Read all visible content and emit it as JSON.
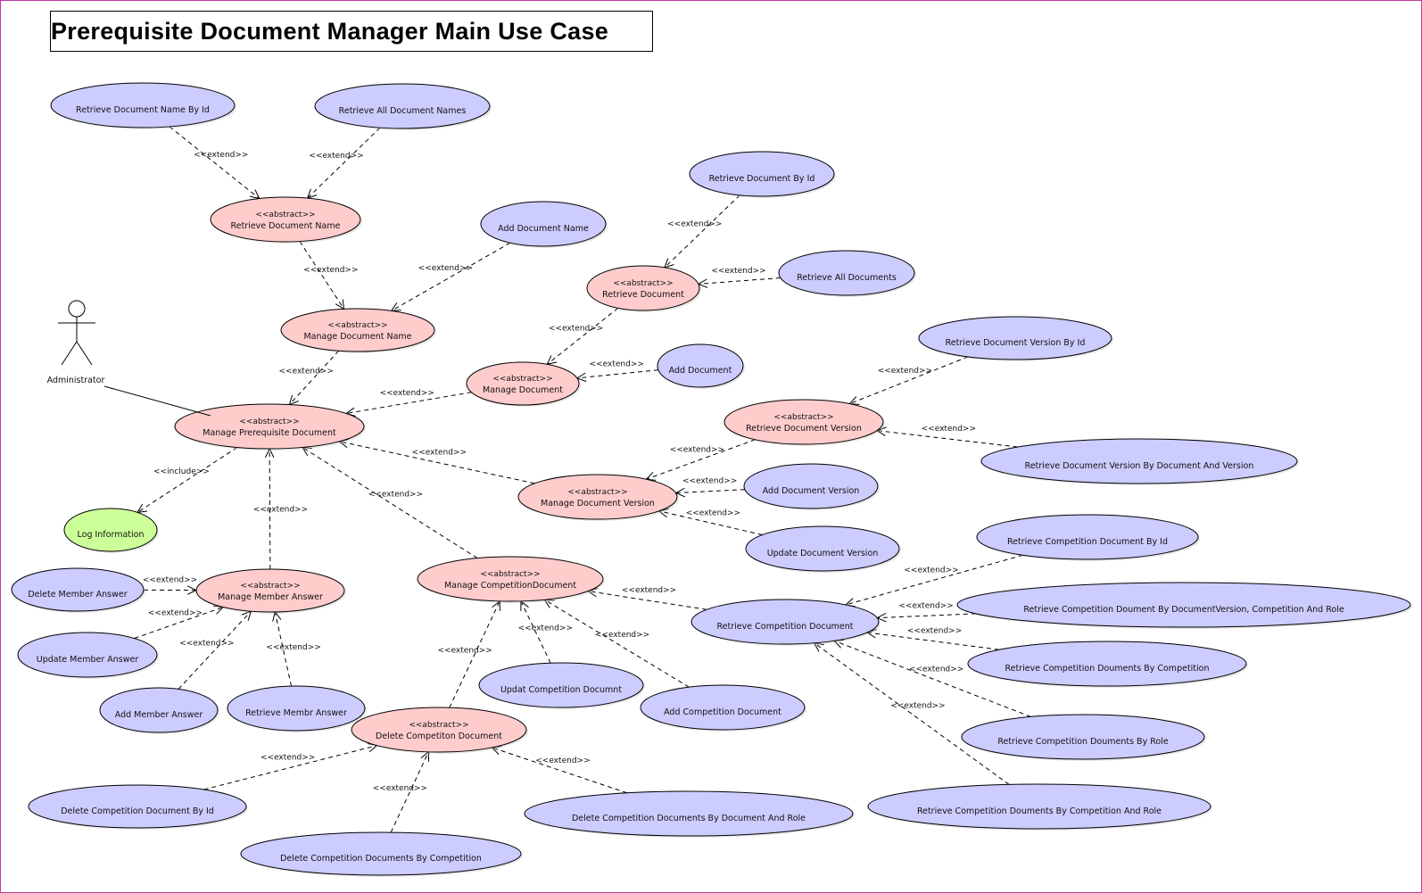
{
  "title": "Prerequisite Document Manager Main Use Case",
  "colors": {
    "concrete": "#ccccff",
    "abstract": "#ffcccc",
    "include": "#ccff99",
    "stroke": "#000000",
    "frame": "#c0389e"
  },
  "actor": {
    "id": "administrator",
    "label": "Administrator"
  },
  "stereotypes": {
    "abstract": "<<abstract>>",
    "extend": "<<extend>>",
    "include": "<<include>>"
  },
  "use_cases": [
    {
      "id": "retrieve-document-name-by-id",
      "label": "Retrieve Document Name By Id",
      "kind": "concrete"
    },
    {
      "id": "retrieve-all-document-names",
      "label": "Retrieve All Document Names",
      "kind": "concrete"
    },
    {
      "id": "retrieve-document-name",
      "label": "Retrieve Document Name",
      "kind": "abstract"
    },
    {
      "id": "add-document-name",
      "label": "Add Document Name",
      "kind": "concrete"
    },
    {
      "id": "manage-document-name",
      "label": "Manage Document Name",
      "kind": "abstract"
    },
    {
      "id": "retrieve-document-by-id",
      "label": "Retrieve Document By Id",
      "kind": "concrete"
    },
    {
      "id": "retrieve-document",
      "label": "Retrieve Document",
      "kind": "abstract"
    },
    {
      "id": "retrieve-all-documents",
      "label": "Retrieve All Documents",
      "kind": "concrete"
    },
    {
      "id": "manage-document",
      "label": "Manage Document",
      "kind": "abstract"
    },
    {
      "id": "add-document",
      "label": "Add Document",
      "kind": "concrete"
    },
    {
      "id": "retrieve-document-version-by-id",
      "label": "Retrieve Document Version By Id",
      "kind": "concrete"
    },
    {
      "id": "retrieve-document-version",
      "label": "Retrieve Document Version",
      "kind": "abstract"
    },
    {
      "id": "retrieve-document-version-by-document-and-version",
      "label": "Retrieve Document Version By Document And Version",
      "kind": "concrete"
    },
    {
      "id": "manage-prerequisite-document",
      "label": "Manage Prerequisite Document",
      "kind": "abstract"
    },
    {
      "id": "manage-document-version",
      "label": "Manage Document Version",
      "kind": "abstract"
    },
    {
      "id": "add-document-version",
      "label": "Add Document Version",
      "kind": "concrete"
    },
    {
      "id": "update-document-version",
      "label": "Update Document Version",
      "kind": "concrete"
    },
    {
      "id": "log-information",
      "label": "Log Information",
      "kind": "include"
    },
    {
      "id": "manage-member-answer",
      "label": "Manage Member Answer",
      "kind": "abstract"
    },
    {
      "id": "delete-member-answer",
      "label": "Delete Member Answer",
      "kind": "concrete"
    },
    {
      "id": "update-member-answer",
      "label": "Update Member Answer",
      "kind": "concrete"
    },
    {
      "id": "add-member-answer",
      "label": "Add Member Answer",
      "kind": "concrete"
    },
    {
      "id": "retrieve-membr-answer",
      "label": "Retrieve Membr Answer",
      "kind": "concrete"
    },
    {
      "id": "manage-competition-document",
      "label": "Manage CompetitionDocument",
      "kind": "abstract"
    },
    {
      "id": "updat-competition-documnt",
      "label": "Updat Competition Documnt",
      "kind": "concrete"
    },
    {
      "id": "add-competition-document",
      "label": "Add Competition Document",
      "kind": "concrete"
    },
    {
      "id": "retrieve-competition-document-by-id",
      "label": "Retrieve Competition Document By Id",
      "kind": "concrete"
    },
    {
      "id": "retrieve-competition-document",
      "label": "Retrieve Competition Document",
      "kind": "concrete"
    },
    {
      "id": "retrieve-competition-doument-by-documentversion-competition-and-role",
      "label": "Retrieve Competition Doument By DocumentVersion, Competition And Role",
      "kind": "concrete"
    },
    {
      "id": "retrieve-competition-douments-by-competition",
      "label": "Retrieve Competition Douments By Competition",
      "kind": "concrete"
    },
    {
      "id": "retrieve-competition-douments-by-role",
      "label": "Retrieve Competition Douments By Role",
      "kind": "concrete"
    },
    {
      "id": "retrieve-competition-douments-by-competition-and-role",
      "label": "Retrieve Competition Douments By Competition And Role",
      "kind": "concrete"
    },
    {
      "id": "delete-competiton-document",
      "label": "Delete Competiton Document",
      "kind": "abstract"
    },
    {
      "id": "delete-competition-document-by-id",
      "label": "Delete Competition Document By Id",
      "kind": "concrete"
    },
    {
      "id": "delete-competition-documents-by-competition",
      "label": "Delete Competition Documents By Competition",
      "kind": "concrete"
    },
    {
      "id": "delete-competition-documents-by-document-and-role",
      "label": "Delete Competition Documents By Document And Role",
      "kind": "concrete"
    }
  ],
  "relations": [
    {
      "from": "retrieve-document-name-by-id",
      "to": "retrieve-document-name",
      "type": "extend"
    },
    {
      "from": "retrieve-all-document-names",
      "to": "retrieve-document-name",
      "type": "extend"
    },
    {
      "from": "retrieve-document-name",
      "to": "manage-document-name",
      "type": "extend"
    },
    {
      "from": "add-document-name",
      "to": "manage-document-name",
      "type": "extend"
    },
    {
      "from": "manage-document-name",
      "to": "manage-prerequisite-document",
      "type": "extend"
    },
    {
      "from": "retrieve-document-by-id",
      "to": "retrieve-document",
      "type": "extend"
    },
    {
      "from": "retrieve-all-documents",
      "to": "retrieve-document",
      "type": "extend"
    },
    {
      "from": "retrieve-document",
      "to": "manage-document",
      "type": "extend"
    },
    {
      "from": "add-document",
      "to": "manage-document",
      "type": "extend"
    },
    {
      "from": "manage-document",
      "to": "manage-prerequisite-document",
      "type": "extend"
    },
    {
      "from": "retrieve-document-version-by-id",
      "to": "retrieve-document-version",
      "type": "extend"
    },
    {
      "from": "retrieve-document-version-by-document-and-version",
      "to": "retrieve-document-version",
      "type": "extend"
    },
    {
      "from": "retrieve-document-version",
      "to": "manage-document-version",
      "type": "extend"
    },
    {
      "from": "add-document-version",
      "to": "manage-document-version",
      "type": "extend"
    },
    {
      "from": "update-document-version",
      "to": "manage-document-version",
      "type": "extend"
    },
    {
      "from": "manage-document-version",
      "to": "manage-prerequisite-document",
      "type": "extend"
    },
    {
      "from": "manage-prerequisite-document",
      "to": "log-information",
      "type": "include"
    },
    {
      "from": "manage-member-answer",
      "to": "manage-prerequisite-document",
      "type": "extend"
    },
    {
      "from": "manage-competition-document",
      "to": "manage-prerequisite-document",
      "type": "extend"
    },
    {
      "from": "delete-member-answer",
      "to": "manage-member-answer",
      "type": "extend"
    },
    {
      "from": "update-member-answer",
      "to": "manage-member-answer",
      "type": "extend"
    },
    {
      "from": "add-member-answer",
      "to": "manage-member-answer",
      "type": "extend"
    },
    {
      "from": "retrieve-membr-answer",
      "to": "manage-member-answer",
      "type": "extend"
    },
    {
      "from": "updat-competition-documnt",
      "to": "manage-competition-document",
      "type": "extend"
    },
    {
      "from": "add-competition-document",
      "to": "manage-competition-document",
      "type": "extend"
    },
    {
      "from": "retrieve-competition-document",
      "to": "manage-competition-document",
      "type": "extend"
    },
    {
      "from": "delete-competiton-document",
      "to": "manage-competition-document",
      "type": "extend"
    },
    {
      "from": "retrieve-competition-document-by-id",
      "to": "retrieve-competition-document",
      "type": "extend"
    },
    {
      "from": "retrieve-competition-doument-by-documentversion-competition-and-role",
      "to": "retrieve-competition-document",
      "type": "extend"
    },
    {
      "from": "retrieve-competition-douments-by-competition",
      "to": "retrieve-competition-document",
      "type": "extend"
    },
    {
      "from": "retrieve-competition-douments-by-role",
      "to": "retrieve-competition-document",
      "type": "extend"
    },
    {
      "from": "retrieve-competition-douments-by-competition-and-role",
      "to": "retrieve-competition-document",
      "type": "extend"
    },
    {
      "from": "delete-competition-document-by-id",
      "to": "delete-competiton-document",
      "type": "extend"
    },
    {
      "from": "delete-competition-documents-by-competition",
      "to": "delete-competiton-document",
      "type": "extend"
    },
    {
      "from": "delete-competition-documents-by-document-and-role",
      "to": "delete-competiton-document",
      "type": "extend"
    }
  ]
}
